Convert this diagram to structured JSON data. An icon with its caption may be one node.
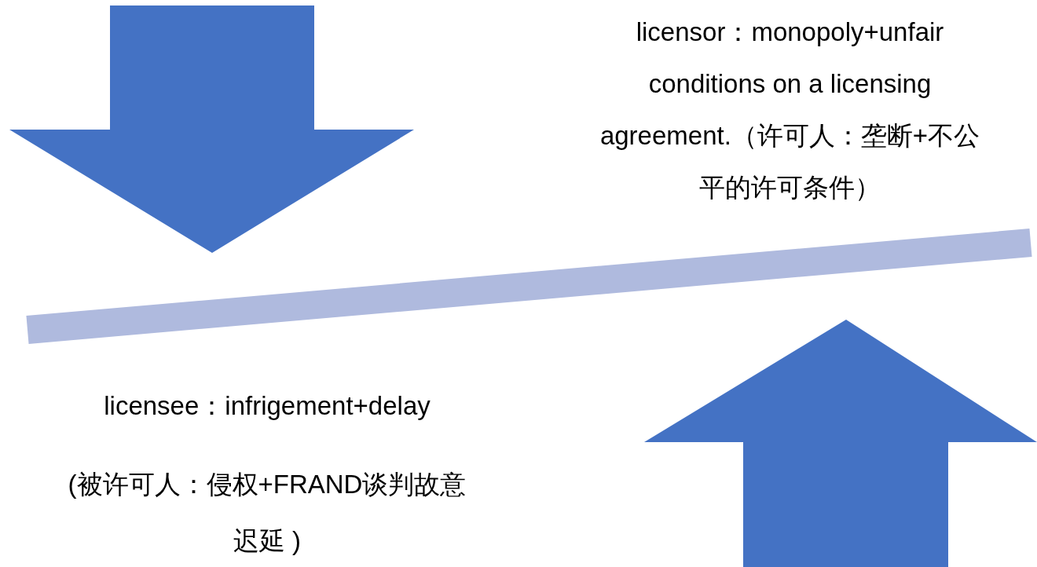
{
  "diagram": {
    "labels": [
      "licensor：monopoly+unfair conditions on a licensing agreement.（许可人：垄断+不公平的许可条件）",
      "licensee：infrigement+delay",
      "(被许可人：侵权+FRAND谈判故意迟延 )"
    ]
  }
}
